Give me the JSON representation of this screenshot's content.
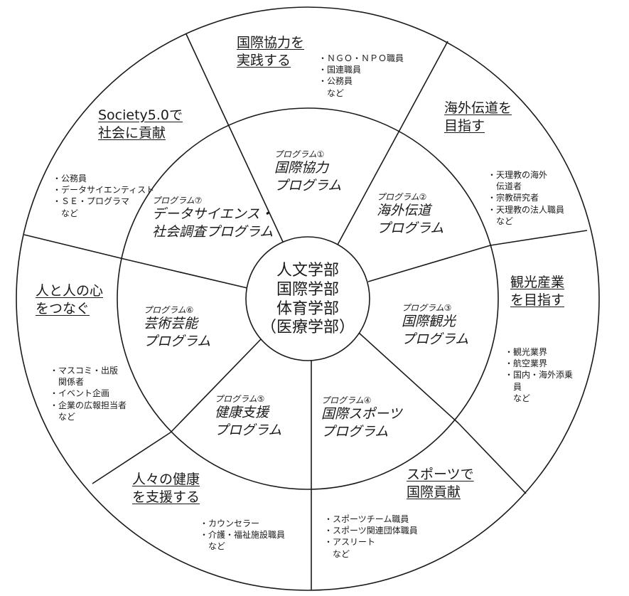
{
  "center": {
    "lines": [
      "人文学部",
      "国際学部",
      "体育学部",
      "（医療学部）"
    ]
  },
  "programs": [
    {
      "label": "プログラム①",
      "name1": "国際協力",
      "name2": "プログラム"
    },
    {
      "label": "プログラム②",
      "name1": "海外伝道",
      "name2": "プログラム"
    },
    {
      "label": "プログラム③",
      "name1": "国際観光",
      "name2": "プログラム"
    },
    {
      "label": "プログラム④",
      "name1": "国際スポーツ",
      "name2": "プログラム"
    },
    {
      "label": "プログラム⑤",
      "name1": "健康支援",
      "name2": "プログラム"
    },
    {
      "label": "プログラム⑥",
      "name1": "芸術芸能",
      "name2": "プログラム"
    },
    {
      "label": "プログラム⑦",
      "name1": "データサイエンス・",
      "name2": "社会調査プログラム"
    }
  ],
  "careers": [
    {
      "goal1": "国際協力を",
      "goal2": "実践する",
      "jobs": [
        "・ＮＧＯ・ＮＰＯ職員",
        "・国連職員",
        "・公務員",
        "　など"
      ]
    },
    {
      "goal1": "海外伝道を",
      "goal2": "目指す",
      "jobs": [
        "・天理教の海外",
        "　伝道者",
        "・宗教研究者",
        "・天理教の法人職員",
        "　など"
      ]
    },
    {
      "goal1": "観光産業",
      "goal2": "を目指す",
      "jobs": [
        "・観光業界",
        "・航空業界",
        "・国内・海外添乗",
        "　員",
        "　など"
      ]
    },
    {
      "goal1": "スポーツで",
      "goal2": "国際貢献",
      "jobs": [
        "・スポーツチーム職員",
        "・スポーツ関連団体職員",
        "・アスリート",
        "　など"
      ]
    },
    {
      "goal1": "人々の健康",
      "goal2": "を支援する",
      "jobs": [
        "・カウンセラー",
        "・介護・福祉施設職員",
        "　など"
      ]
    },
    {
      "goal1": "人と人の心",
      "goal2": "をつなぐ",
      "jobs": [
        "・マスコミ・出版",
        "　関係者",
        "・イベント企画",
        "・企業の広報担当者",
        "　など"
      ]
    },
    {
      "goal1": "Society5.0で",
      "goal2": "社会に貢献",
      "jobs": [
        "・公務員",
        "・データサイエンティスト",
        "・ＳＥ・プログラマ",
        "　など"
      ]
    }
  ]
}
